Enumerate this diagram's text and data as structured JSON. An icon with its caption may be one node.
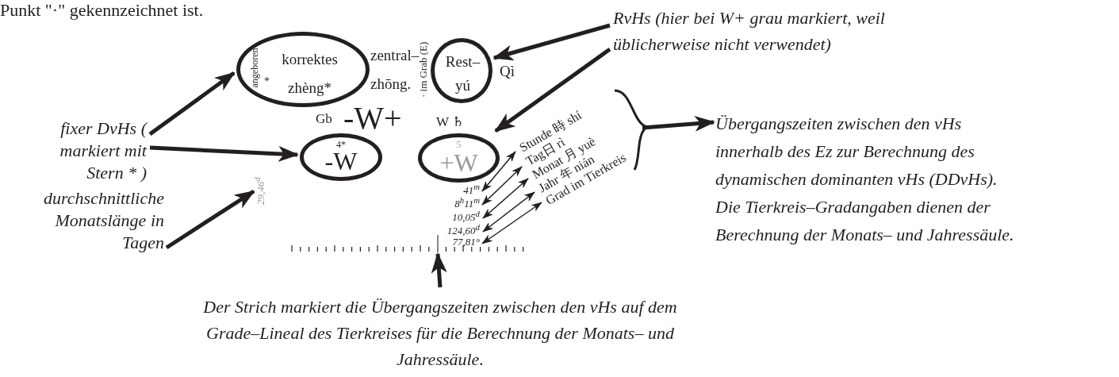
{
  "diagram": {
    "nodes": [
      {
        "text": [
          "angeboren",
          "*",
          "korrektes zhèng*"
        ]
      },
      {
        "text": [
          "Rest– yú"
        ],
        "beside": [
          "· im Grab (E)",
          "Qì"
        ]
      },
      {
        "text": [
          "RvHs (hier bei W+ *grau* markiert, weil üblicherweise nicht verwendet)"
        ]
      },
      {
        "text": [
          "fixer DvHs ( markiert mit Stern * )"
        ]
      },
      {
        "text": [
          "4*",
          "-W"
        ]
      },
      {
        "text": [
          "5",
          "+W"
        ]
      },
      {
        "text": [],
        "shape": "brace"
      },
      {
        "text": [
          "Übergangszeiten zwischen den vHs innerhalb des Ez zur Berechnung des dynamischen dominanten vHs (DDvHs). Die Tierkreis–Gradangaben dienen der Berechnung der Monats– und Jahressäule."
        ]
      },
      {
        "text": [
          "Stunde 時 shí"
        ]
      },
      {
        "text": [
          "Tag日 rì"
        ]
      },
      {
        "text": [
          "Monat 月 yuè"
        ]
      },
      {
        "text": [
          "Jahr 年 nián"
        ]
      },
      {
        "text": [
          "Grad im Tierkreis"
        ]
      },
      {
        "text": [
          "41$^{m}$"
        ]
      },
      {
        "text": [
          "8$^{h}$11$^{m}$"
        ]
      },
      {
        "text": [
          "10,05$^{d}$"
        ]
      },
      {
        "text": [
          "124,60$^{d}$"
        ]
      },
      {
        "text": [
          "77,81°"
        ]
      },
      {
        "text": [
          "durchschnittliche Monatslänge in Tagen"
        ]
      },
      {
        "text": [
          "29,46$^{d}$"
        ]
      },
      {
        "text": [],
        "shape": "bar"
      },
      {
        "text": [
          "Der Strich markiert die Übergangszeiten zwischen den vHs auf dem Grade–Lineal des Tierkreises für die Berechnung der Monats– und Jahressäule."
        ]
      }
    ],
    "edges": [
      {
        "from": 3,
        "to": 0,
        "arrow": "to"
      },
      {
        "from": 3,
        "to": 4,
        "arrow": "to"
      },
      {
        "from": 2,
        "to": 1,
        "arrow": "to"
      },
      {
        "from": 2,
        "to": 5,
        "arrow": "to"
      },
      {
        "from": 6,
        "to": 7,
        "arrow": "to"
      },
      {
        "from": 13,
        "to": 8,
        "arrow": "both"
      },
      {
        "from": 14,
        "to": 9,
        "arrow": "both"
      },
      {
        "from": 15,
        "to": 10,
        "arrow": "both"
      },
      {
        "from": 16,
        "to": 11,
        "arrow": "both"
      },
      {
        "from": 17,
        "to": 12,
        "arrow": "both"
      },
      {
        "from": 18,
        "to": 19,
        "arrow": "to"
      },
      {
        "from": 21,
        "to": 20,
        "arrow": "to"
      }
    ],
    "labels": [
      "Punkt \"·\" gekennzeichnet ist.",
      "zentral– zhōng.",
      "Gb",
      "-W+",
      "W ♄"
    ]
  }
}
